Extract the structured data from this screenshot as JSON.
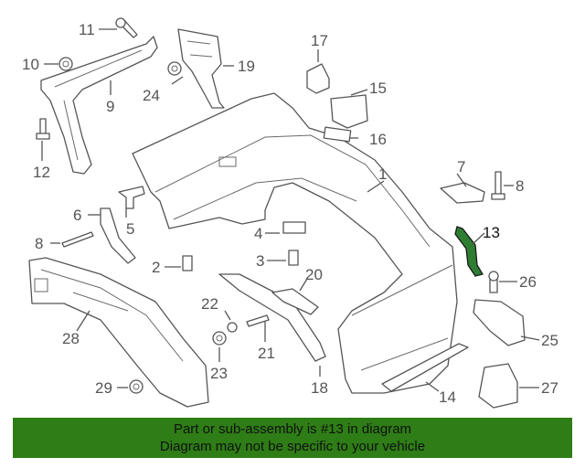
{
  "diagram": {
    "highlighted_part": "13",
    "accent_color": "#2e7d16",
    "callouts": {
      "p1": "1",
      "p2": "2",
      "p3": "3",
      "p4": "4",
      "p5": "5",
      "p6": "6",
      "p7": "7",
      "p8a": "8",
      "p8b": "8",
      "p9": "9",
      "p10": "10",
      "p11": "11",
      "p12": "12",
      "p13": "13",
      "p14": "14",
      "p15": "15",
      "p16": "16",
      "p17": "17",
      "p18": "18",
      "p19": "19",
      "p20": "20",
      "p21": "21",
      "p22": "22",
      "p23": "23",
      "p24": "24",
      "p25": "25",
      "p26": "26",
      "p27": "27",
      "p28": "28",
      "p29": "29"
    }
  },
  "footer": {
    "line1": "Part or sub-assembly is #13 in diagram",
    "line2": "Diagram may not be specific to your vehicle"
  }
}
